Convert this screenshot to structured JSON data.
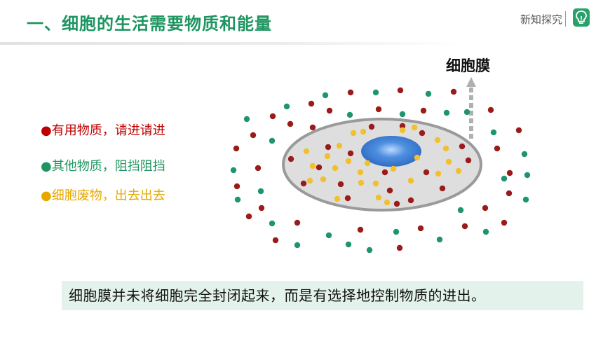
{
  "header": {
    "title": "一、细胞的生活需要物质和能量",
    "brand": "新知探究",
    "brand_icon": "lightbulb-icon"
  },
  "legend": [
    {
      "text": "●有用物质，请进请进",
      "color": "#c00000"
    },
    {
      "text": "●其他物质，阻挡阻挡",
      "color": "#1e9560"
    },
    {
      "text": "●细胞废物，出去出去",
      "color": "#e6a800"
    }
  ],
  "diagram": {
    "membrane_label": "细胞膜",
    "colors": {
      "useful": "#9b1b1b",
      "other": "#1e9570",
      "waste": "#f2c02e",
      "cytoplasm": "#dedede",
      "membrane": "#9a9a9a",
      "nucleus": "#3a7bd5",
      "arrow": "#b0b0b0"
    }
  },
  "conclusion": "细胞膜并未将细胞完全封闭起来，而是有选择地控制物质的进出。"
}
